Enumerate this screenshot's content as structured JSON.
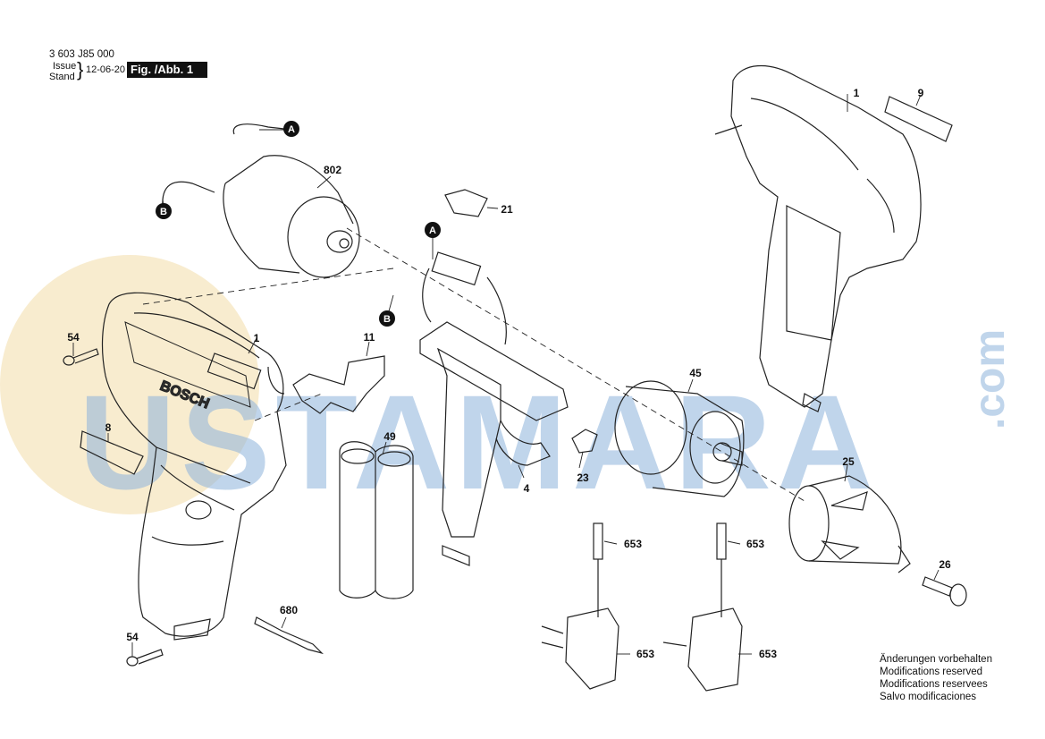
{
  "header": {
    "part_number": "3 603 J85 000",
    "issue_label": "Issue",
    "stand_label": "Stand",
    "date": "12-06-20",
    "figure_label": "Fig. /Abb. 1"
  },
  "watermark": {
    "text": "USTAMARA",
    "suffix": ".com",
    "text_color": "#7fa9d6",
    "logo_color": "#f3dca6"
  },
  "parts": {
    "p1_housing_right": "1",
    "p1_housing_left": "1",
    "p9": "9",
    "p802": "802",
    "p21": "21",
    "p11": "11",
    "p54_top": "54",
    "p54_bottom": "54",
    "p8": "8",
    "p49": "49",
    "p4": "4",
    "p23": "23",
    "p45": "45",
    "p25": "25",
    "p26": "26",
    "p653_a": "653",
    "p653_b": "653",
    "p653_c": "653",
    "p653_d": "653",
    "p680": "680"
  },
  "connectors": {
    "a1": "A",
    "b1": "B",
    "a2": "A",
    "b2": "B"
  },
  "brand_text": "BOSCH",
  "notes": [
    "Änderungen vorbehalten",
    "Modifications reserved",
    "Modifications reservees",
    "Salvo modificaciones"
  ]
}
